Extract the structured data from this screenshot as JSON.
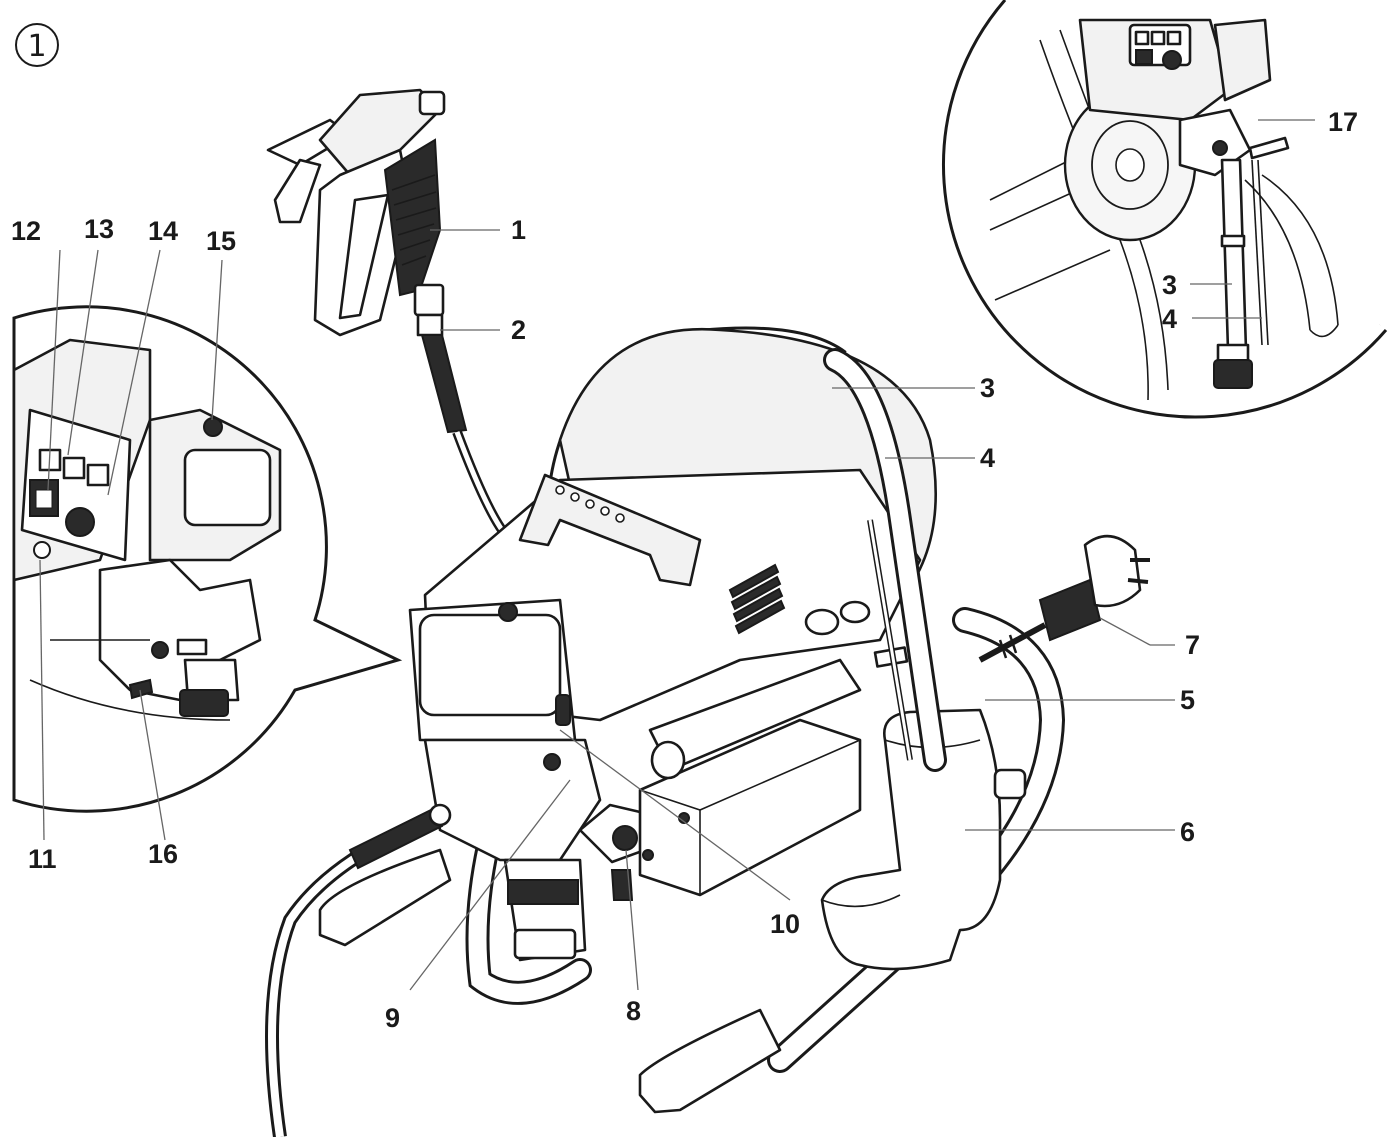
{
  "figure_number": "1",
  "labels": [
    {
      "id": "1",
      "text": "1"
    },
    {
      "id": "2",
      "text": "2"
    },
    {
      "id": "3",
      "text": "3"
    },
    {
      "id": "4",
      "text": "4"
    },
    {
      "id": "5",
      "text": "5"
    },
    {
      "id": "6",
      "text": "6"
    },
    {
      "id": "7",
      "text": "7"
    },
    {
      "id": "8",
      "text": "8"
    },
    {
      "id": "9",
      "text": "9"
    },
    {
      "id": "10",
      "text": "10"
    },
    {
      "id": "11",
      "text": "11"
    },
    {
      "id": "12",
      "text": "12"
    },
    {
      "id": "13",
      "text": "13"
    },
    {
      "id": "14",
      "text": "14"
    },
    {
      "id": "15",
      "text": "15"
    },
    {
      "id": "16",
      "text": "16"
    },
    {
      "id": "17",
      "text": "17"
    }
  ],
  "inset_labels": [
    {
      "id": "3",
      "text": "3"
    },
    {
      "id": "4",
      "text": "4"
    }
  ]
}
